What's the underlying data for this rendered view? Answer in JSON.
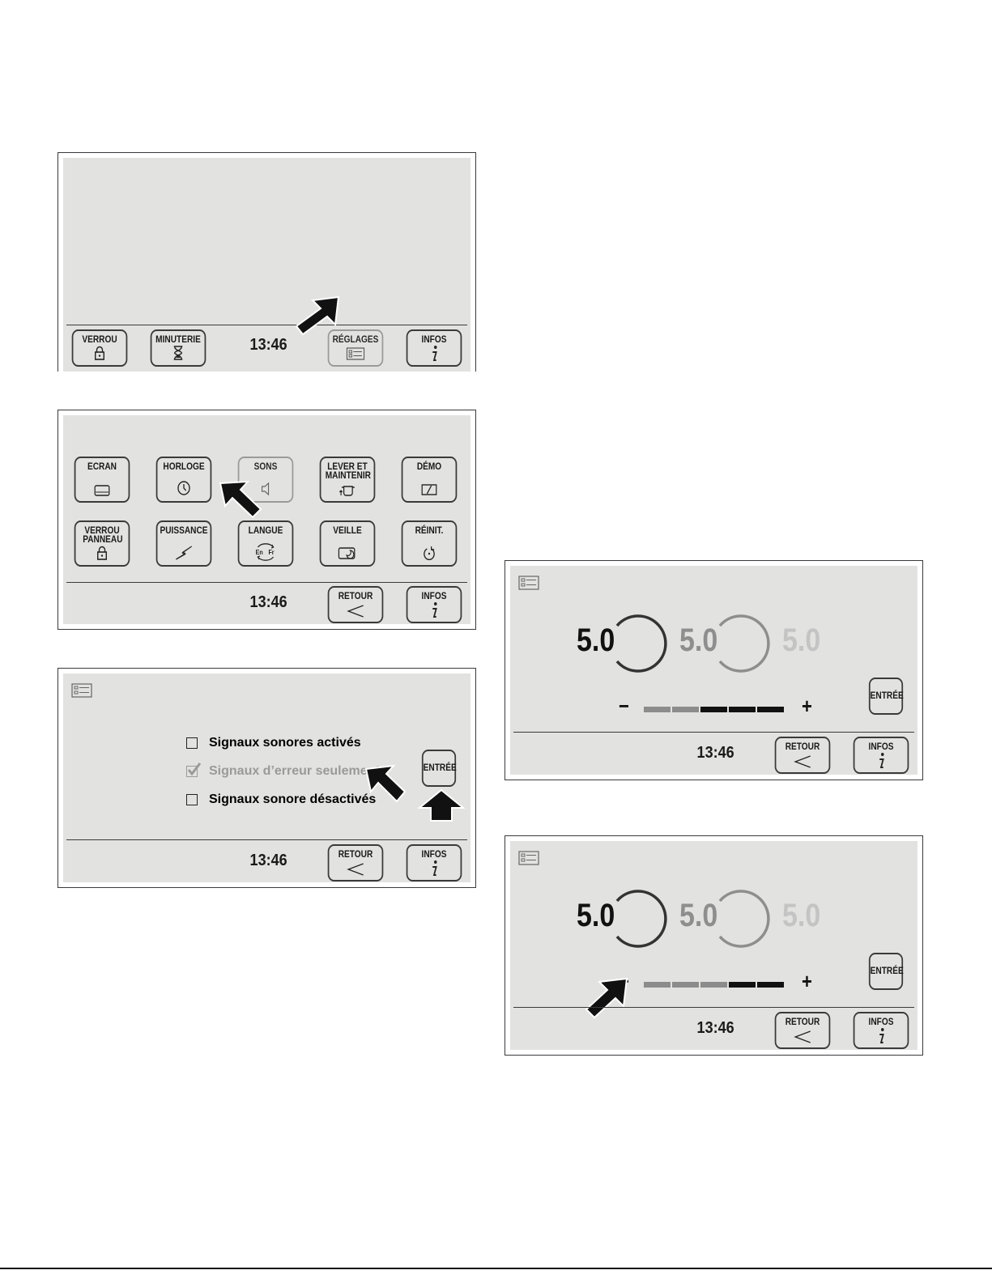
{
  "time": "13:46",
  "panel1": {
    "buttons": [
      {
        "label": "VERROU",
        "icon": "lock-icon"
      },
      {
        "label": "MINUTERIE",
        "icon": "hourglass-icon"
      },
      {
        "label": "RÉGLAGES",
        "icon": "settings-list-icon"
      },
      {
        "label": "INFOS",
        "icon": "info-icon"
      }
    ]
  },
  "panel2": {
    "grid": [
      {
        "label": "ECRAN",
        "icon": "screen-icon"
      },
      {
        "label": "HORLOGE",
        "icon": "clock-icon"
      },
      {
        "label": "SONS",
        "icon": "speaker-icon"
      },
      {
        "label": "LEVER ET MAINTENIR",
        "icon": "pot-lift-icon"
      },
      {
        "label": "DÉMO",
        "icon": "demo-icon"
      },
      {
        "label": "VERROU PANNEAU",
        "icon": "lock-icon"
      },
      {
        "label": "PUISSANCE",
        "icon": "lightning-icon"
      },
      {
        "label": "LANGUE",
        "icon": "language-icon"
      },
      {
        "label": "VEILLE",
        "icon": "sleep-icon"
      },
      {
        "label": "RÉINIT.",
        "icon": "reset-icon"
      }
    ],
    "lang_en": "En",
    "lang_fr": "Fr",
    "back": "RETOUR",
    "info": "INFOS"
  },
  "panel3": {
    "options": [
      {
        "label": "Signaux sonores activés",
        "checked": false
      },
      {
        "label": "Signaux d’erreur seulement",
        "checked": true
      },
      {
        "label": "Signaux sonore désactivés",
        "checked": false
      }
    ],
    "enter": "ENTRÉE",
    "back": "RETOUR",
    "info": "INFOS"
  },
  "panel4": {
    "values": [
      "5.0",
      "5.0",
      "5.0"
    ],
    "minus": "−",
    "plus": "+",
    "level": 2,
    "enter": "ENTRÉE",
    "back": "RETOUR",
    "info": "INFOS"
  },
  "panel5": {
    "values": [
      "5.0",
      "5.0",
      "5.0"
    ],
    "minus": "−",
    "plus": "+",
    "level": 3,
    "enter": "ENTRÉE",
    "back": "RETOUR",
    "info": "INFOS"
  },
  "colors": {
    "screen_bg": "#e2e2e0",
    "border": "#3a3a3a",
    "level_on": "#111111",
    "level_off": "#8c8c8c"
  }
}
